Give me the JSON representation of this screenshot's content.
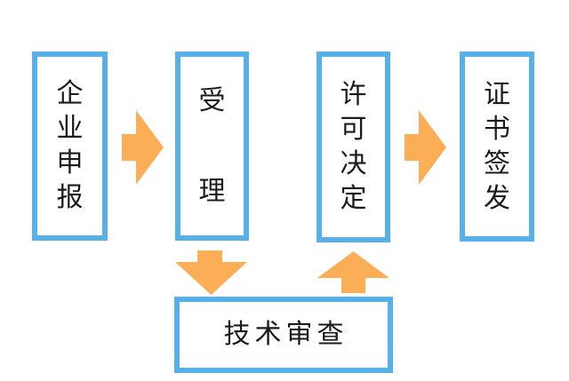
{
  "page": {
    "background": "#FFFFFF"
  },
  "colors": {
    "box-border": "#58B0E8",
    "arrow": "#FBAE56",
    "text": "#1B1B1B",
    "box-fill": "#FFFFFF"
  },
  "diagram": {
    "type": "flowchart",
    "orientation": "left-to-right",
    "nodes": {
      "declare": {
        "label": "企业申报",
        "text_direction": "vertical"
      },
      "accept": {
        "label": "受　理",
        "text_direction": "vertical"
      },
      "decision": {
        "label": "许可决定",
        "text_direction": "vertical"
      },
      "issue": {
        "label": "证书签发",
        "text_direction": "vertical"
      },
      "review": {
        "label": "技术审查",
        "text_direction": "horizontal"
      }
    },
    "flows": [
      {
        "from": "企业申报",
        "to": "受理",
        "direction": "right"
      },
      {
        "from": "受理",
        "to": "技术审查",
        "direction": "down"
      },
      {
        "from": "技术审查",
        "to": "许可决定",
        "direction": "up"
      },
      {
        "from": "许可决定",
        "to": "证书签发",
        "direction": "right"
      }
    ]
  }
}
